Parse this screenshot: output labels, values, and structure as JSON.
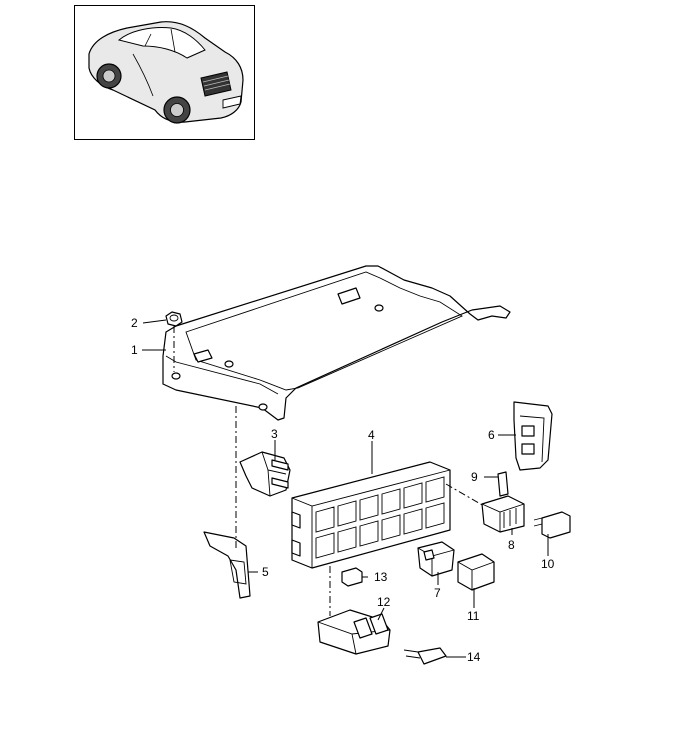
{
  "thumbnail": {
    "icon": "porsche-911-coupe-icon"
  },
  "callouts": {
    "c1": "1",
    "c2": "2",
    "c3": "3",
    "c4": "4",
    "c5": "5",
    "c6": "6",
    "c7": "7",
    "c8": "8",
    "c9": "9",
    "c10": "10",
    "c11": "11",
    "c12": "12",
    "c13": "13",
    "c14": "14"
  }
}
